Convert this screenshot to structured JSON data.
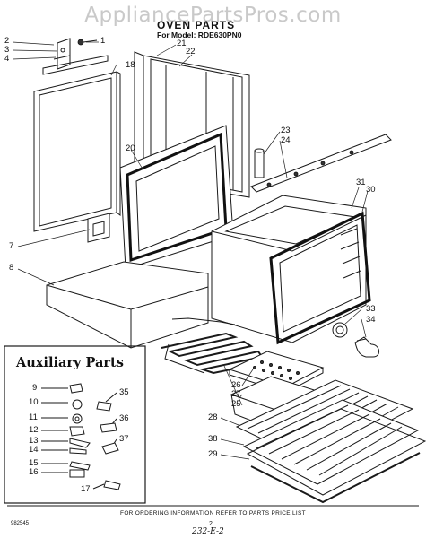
{
  "watermark": "AppliancePartsPros.com",
  "header": {
    "title": "OVEN PARTS",
    "model": "For Model: RDE630PN0"
  },
  "auxiliary": {
    "title": "Auxiliary Parts"
  },
  "callouts": {
    "c1": "1",
    "c2": "2",
    "c3": "3",
    "c4": "4",
    "c7": "7",
    "c8": "8",
    "c18": "18",
    "c20": "20",
    "c21": "21",
    "c22": "22",
    "c23": "23",
    "c24": "24",
    "c25": "25",
    "c26": "26",
    "c27": "27",
    "c28": "28",
    "c29": "29",
    "c30": "30",
    "c31": "31",
    "c33": "33",
    "c34": "34",
    "c38": "38",
    "a9": "9",
    "a10": "10",
    "a11": "11",
    "a12": "12",
    "a13": "13",
    "a14": "14",
    "a15": "15",
    "a16": "16",
    "a17": "17",
    "a35": "35",
    "a36": "36",
    "a37": "37"
  },
  "footer": {
    "note": "FOR ORDERING INFORMATION REFER TO PARTS PRICE LIST",
    "page": "2",
    "doc": "982545",
    "handwritten": "232-E-2"
  }
}
